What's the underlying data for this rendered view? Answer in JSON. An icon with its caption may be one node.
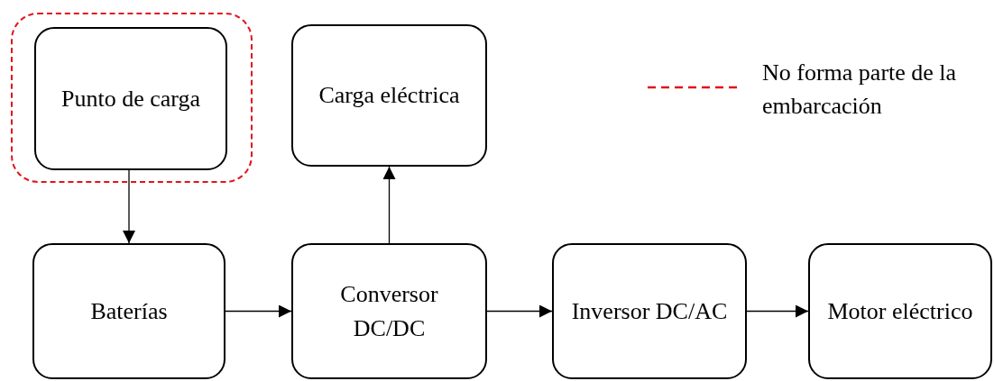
{
  "diagram": {
    "nodes": [
      {
        "text": [],
        "shape": "box"
      },
      {
        "text": [
          "Punto de carga"
        ],
        "in": 0
      },
      {
        "text": [
          "Carga eléctrica"
        ]
      },
      {
        "text": [
          "Baterías"
        ]
      },
      {
        "text": [
          "Conversor DC/DC"
        ]
      },
      {
        "text": [
          "Inversor DC/AC"
        ]
      },
      {
        "text": [
          "Motor eléctrico"
        ]
      }
    ],
    "edges": [
      {
        "from": 1,
        "to": 3,
        "arrow": "to"
      },
      {
        "from": 4,
        "to": 2,
        "arrow": "to"
      },
      {
        "from": 3,
        "to": 4,
        "arrow": "to"
      },
      {
        "from": 4,
        "to": 5,
        "arrow": "to"
      },
      {
        "from": 5,
        "to": 6,
        "arrow": "to"
      }
    ],
    "legend": [
      {
        "text": "No forma parte de la embarcación"
      }
    ]
  }
}
